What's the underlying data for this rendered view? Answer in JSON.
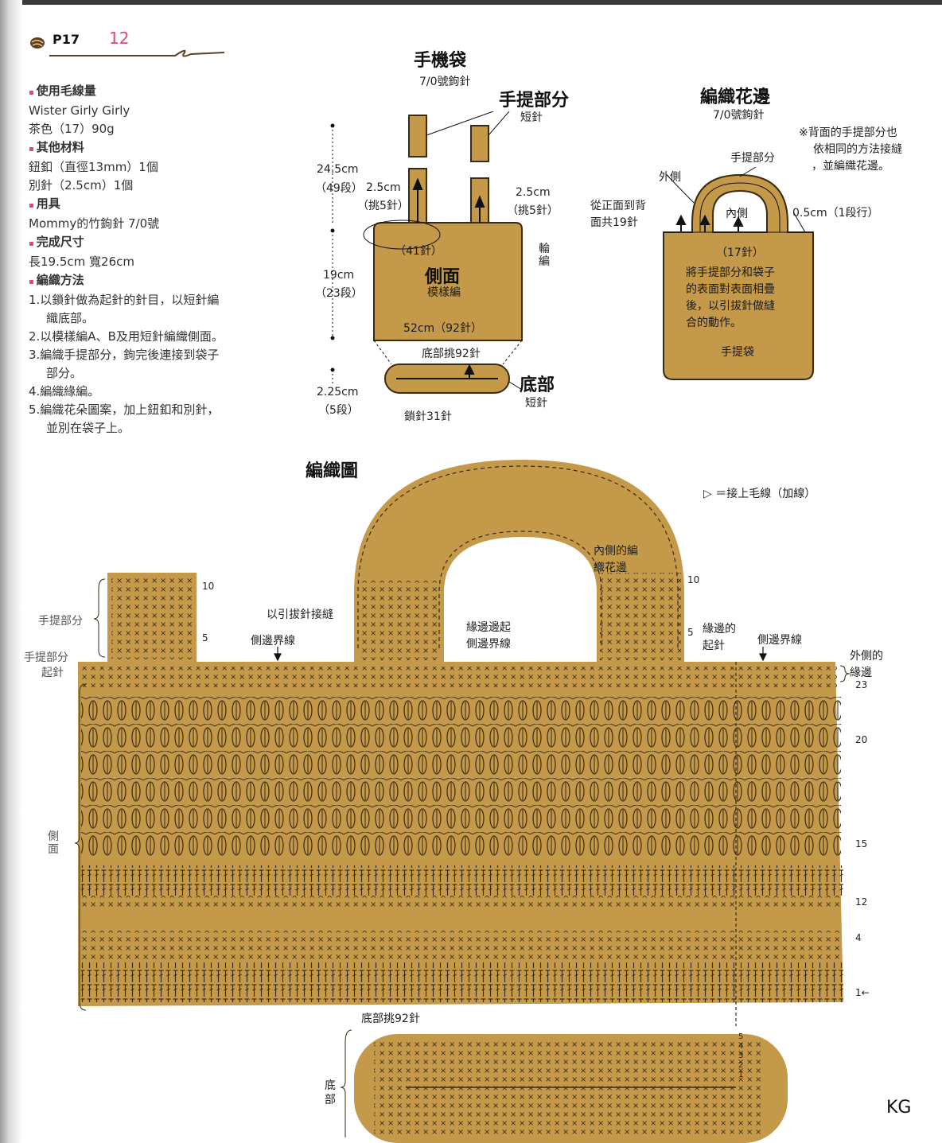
{
  "page": {
    "section": "P17",
    "number": "12",
    "watermark": "KG"
  },
  "sidebar": {
    "yarn_heading": "使用毛線量",
    "yarn_name": "Wister Girly Girly",
    "yarn_amount": "茶色（17）90g",
    "other_heading": "其他材料",
    "button": "鈕釦（直徑13mm）1個",
    "pin": "別針（2.5cm）1個",
    "tools_heading": "用具",
    "hook": "Mommy的竹鉤針 7/0號",
    "size_heading": "完成尺寸",
    "size": "長19.5cm 寬26cm",
    "method_heading": "編織方法",
    "steps": [
      "1.以鎖針做為起針的針目，以短針編",
      "織底部。",
      "2.以模樣編A、B及用短針編織側面。",
      "3.編織手提部分，鉤完後連接到袋子",
      "部分。",
      "4.編織緣編。",
      "5.編織花朵圖案，加上鈕釦和別針，",
      "並別在袋子上。"
    ]
  },
  "phone_bag": {
    "title": "手機袋",
    "hook": "7/0號鉤針",
    "handle_title": "手提部分",
    "handle_stitch": "短針",
    "h_total": "24.5cm",
    "h_total_rows": "（49段）",
    "h_handle": "2.5cm",
    "h_handle_pick": "（挑5針）",
    "h_handle2": "2.5cm",
    "h_handle2_pick": "（挑5針）",
    "top_sts": "（41針）",
    "side_title": "側面",
    "side_pattern": "模樣編",
    "ring": "輪編",
    "h_side": "19cm",
    "h_side_rows": "（23段）",
    "width": "52cm（92針）",
    "bottom_pick": "底部挑92針",
    "h_bottom": "2.25cm",
    "h_bottom_rows": "（5段）",
    "bottom_title": "底部",
    "bottom_stitch": "短針",
    "chain": "鎖針31針"
  },
  "edging": {
    "title": "編織花邊",
    "hook": "7/0號鉤針",
    "note1": "※背面的手提部分也",
    "note2": "依相同的方法接縫",
    "note3": "，並編織花邊。",
    "handle": "手提部分",
    "outer": "外側",
    "inner": "內側",
    "front_back1": "從正面到背",
    "front_back2": "面共19針",
    "row": "0.5cm（1段行）",
    "sts17": "（17針）",
    "desc1": "將手提部分和袋子",
    "desc2": "的表面對表面相疊",
    "desc3": "後，以引拔針做縫",
    "desc4": "合的動作。",
    "bag": "手提袋"
  },
  "chart": {
    "title": "編織圖",
    "legend": "＝接上毛線（加線）",
    "handle_label": "手提部分",
    "handle_start1": "手提部分",
    "handle_start2": "起針",
    "slip_join": "以引拔針接縫",
    "side_line_left": "側邊界線",
    "edge_start1": "緣邊邊起",
    "edge_start2": "側邊界線",
    "inner_edge1": "內側的編",
    "inner_edge2": "織花邊",
    "edge_start_r1": "緣邊的",
    "edge_start_r2": "起針",
    "side_line_right": "側邊界線",
    "outer_edge1": "外側的",
    "outer_edge2": "緣邊",
    "side_label": "側面",
    "bottom_pick": "底部挑92針",
    "bottom_label": "底部",
    "rows": [
      "10",
      "5",
      "10",
      "5",
      "23",
      "20",
      "15",
      "12",
      "4",
      "1←"
    ],
    "bottom_rows": [
      "5",
      "4",
      "3",
      "2",
      "1"
    ]
  },
  "colors": {
    "fill": "#c49a4a",
    "line": "#3a2a10",
    "accent": "#e0457a"
  }
}
